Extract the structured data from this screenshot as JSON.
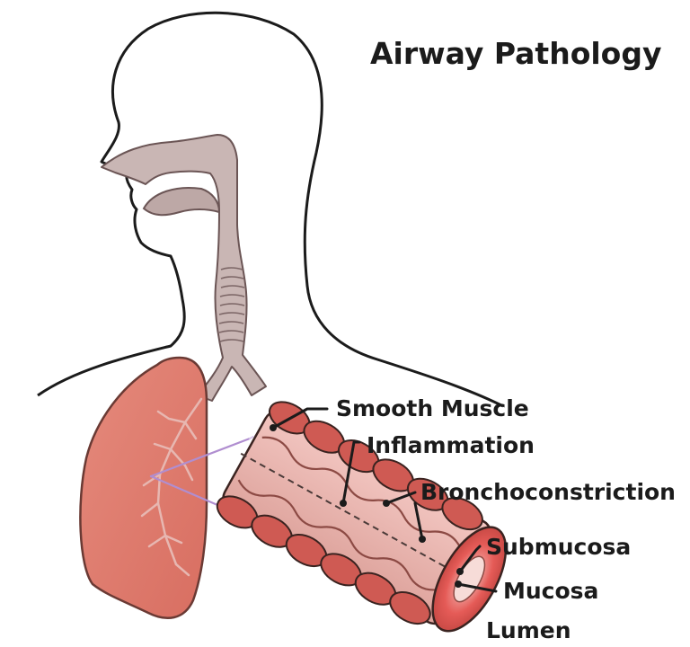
{
  "diagram": {
    "title": "Airway Pathology",
    "labels": {
      "smooth_muscle": "Smooth Muscle",
      "inflammation": "Inflammation",
      "bronchoconstriction": "Bronchoconstriction",
      "submucosa": "Submucosa",
      "mucosa": "Mucosa",
      "lumen": "Lumen"
    }
  },
  "colors": {
    "outline": "#1b1b1b",
    "airway_fill": "#c9b6b4",
    "lung_fill": "#de7a6b",
    "lung_stroke": "#6a3a34",
    "muscle": "#cf5a53",
    "mucosa": "#f2c9c6",
    "projection": "#a27fc6"
  }
}
